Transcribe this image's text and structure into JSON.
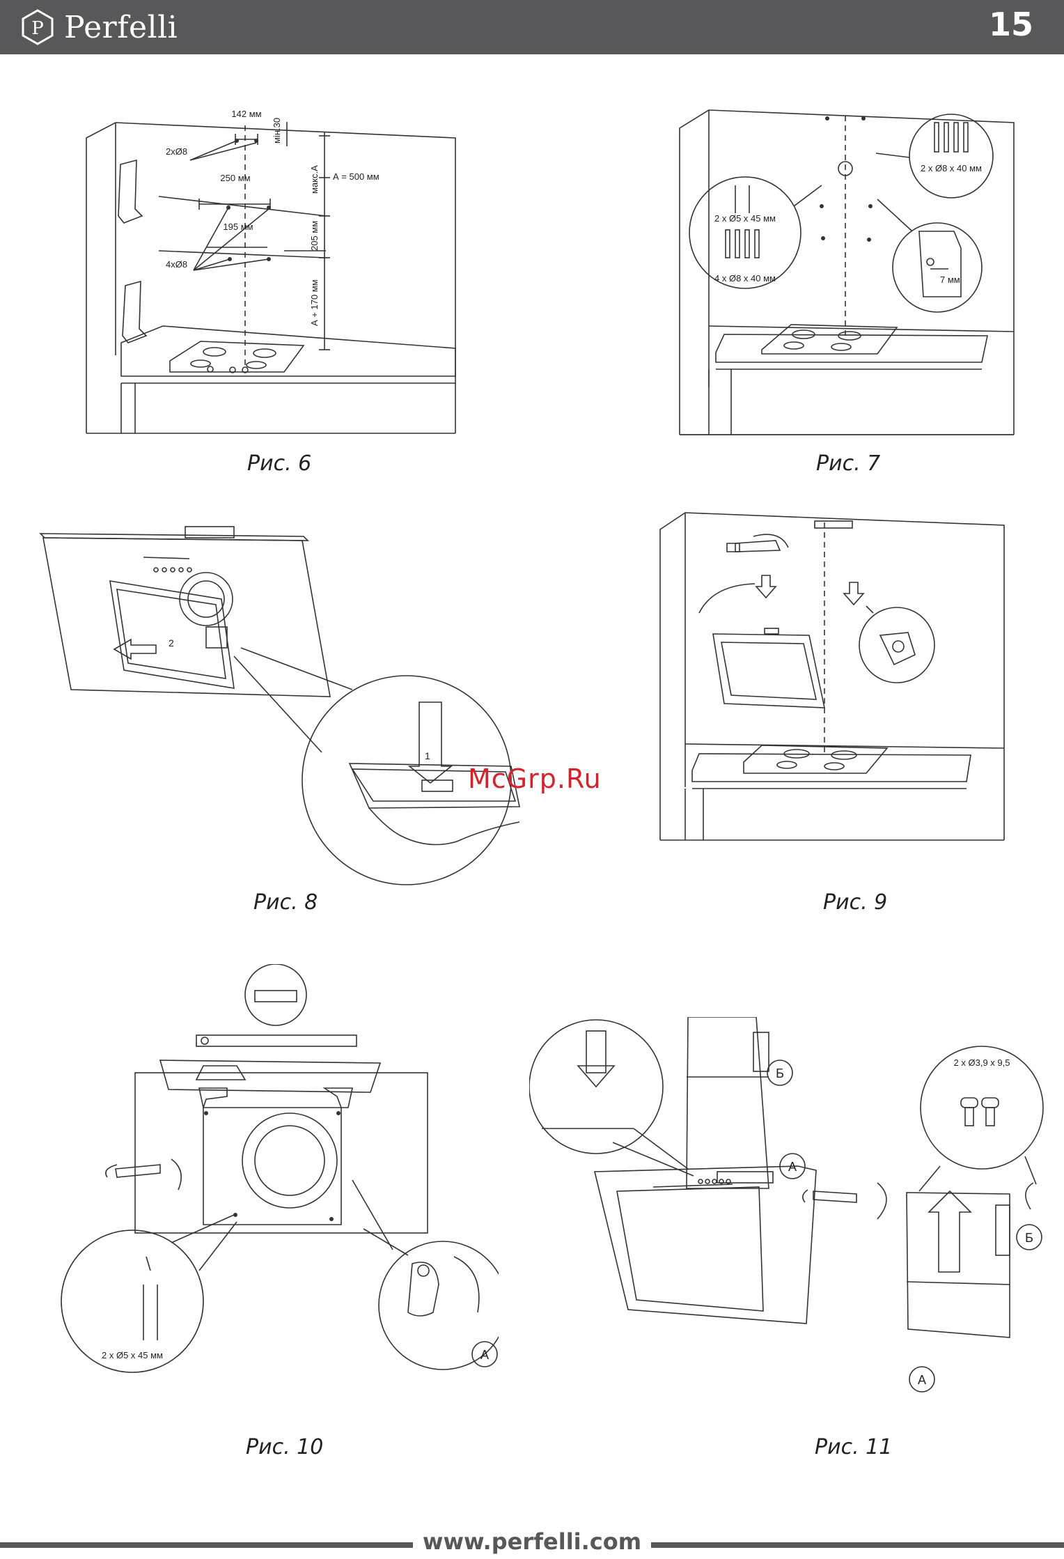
{
  "header": {
    "brand": "Perfelli",
    "page_number": "15"
  },
  "figures": {
    "fig6": {
      "caption": "Рис. 6",
      "labels": {
        "d142": "142 мм",
        "min30": "мін.30",
        "holes2": "2xØ8",
        "d250": "250 мм",
        "maxA": "макс.А",
        "a500": "А = 500 мм",
        "d195": "195 мм",
        "d205": "205 мм",
        "holes4": "4xØ8",
        "a170": "А + 170 мм"
      }
    },
    "fig7": {
      "caption": "Рис. 7",
      "labels": {
        "plug8x40_2": "2 x Ø8 x 40 мм",
        "screw5x45": "2 x Ø5 x 45 мм",
        "plug8x40_4": "4 x Ø8 x 40 мм",
        "gap7": "7 мм"
      }
    },
    "fig8": {
      "caption": "Рис. 8",
      "labels": {
        "step2": "2",
        "step1": "1"
      }
    },
    "fig9": {
      "caption": "Рис. 9"
    },
    "fig10": {
      "caption": "Рис. 10",
      "labels": {
        "screws": "2 x Ø5 x 45 мм",
        "partA": "А"
      }
    },
    "fig11": {
      "caption": "Рис. 11",
      "labels": {
        "screws": "2 x Ø3,9 x 9,5",
        "partB1": "Б",
        "partA1": "А",
        "partB2": "Б",
        "partA2": "А"
      }
    }
  },
  "watermark": "McGrp.Ru",
  "footer": {
    "url": "www.perfelli.com"
  },
  "colors": {
    "header_bg": "#58585a",
    "watermark": "#d4232a"
  }
}
